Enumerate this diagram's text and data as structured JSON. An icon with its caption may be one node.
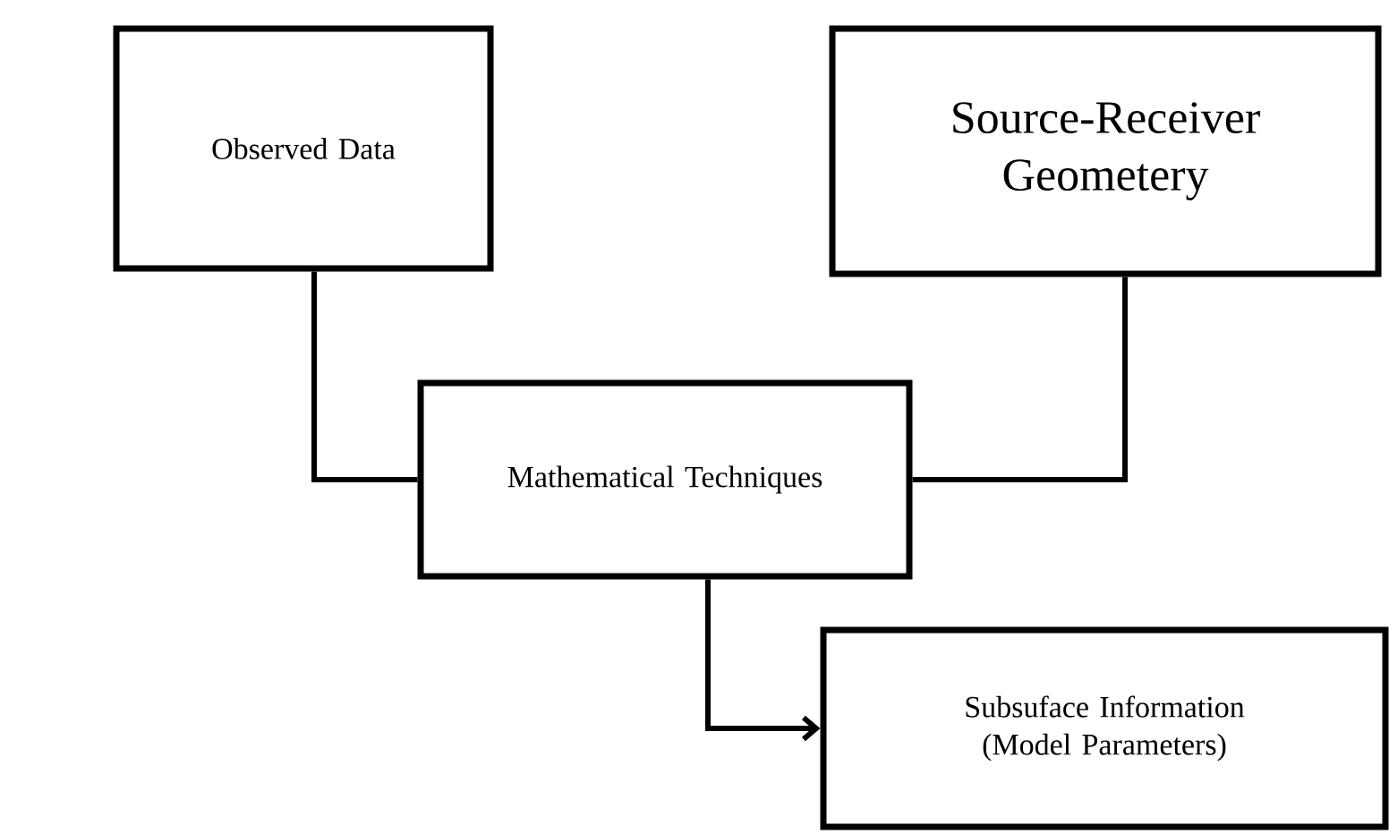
{
  "diagram": {
    "nodes": [
      {
        "text": [
          "Observed Data"
        ]
      },
      {
        "text": [
          "Source-Receiver Geometery"
        ]
      },
      {
        "text": [
          "Mathematical Techniques"
        ]
      },
      {
        "text": [
          "Subsuface Information (Model Parameters)"
        ]
      }
    ],
    "edges": [
      {
        "from": 0,
        "to": 2,
        "arrow": "none"
      },
      {
        "from": 1,
        "to": 2,
        "arrow": "none"
      },
      {
        "from": 2,
        "to": 3,
        "arrow": "to"
      }
    ]
  }
}
